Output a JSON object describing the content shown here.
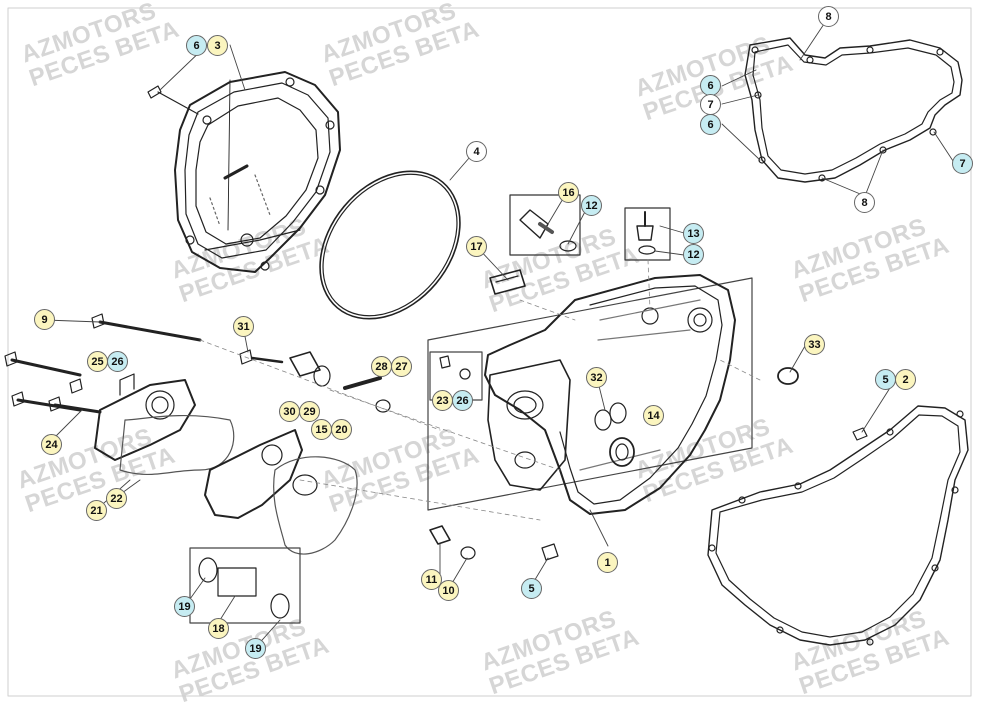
{
  "watermark": {
    "line1": "AZMOTORS",
    "line2": "PECES BETA"
  },
  "callout_colors": {
    "yellow": "#fbf5bf",
    "blue": "#c6ecf2"
  },
  "callouts": [
    {
      "id": "c6a",
      "text": "6",
      "color": "blue"
    },
    {
      "id": "c3",
      "text": "3",
      "color": "yellow"
    },
    {
      "id": "c4",
      "text": "4",
      "color": "white"
    },
    {
      "id": "c8a",
      "text": "8",
      "color": "white"
    },
    {
      "id": "c6b",
      "text": "6",
      "color": "blue"
    },
    {
      "id": "c7a",
      "text": "7",
      "color": "white"
    },
    {
      "id": "c6c",
      "text": "6",
      "color": "blue"
    },
    {
      "id": "c7b",
      "text": "7",
      "color": "blue"
    },
    {
      "id": "c8b",
      "text": "8",
      "color": "white"
    },
    {
      "id": "c16",
      "text": "16",
      "color": "yellow"
    },
    {
      "id": "c12a",
      "text": "12",
      "color": "blue"
    },
    {
      "id": "c13",
      "text": "13",
      "color": "blue"
    },
    {
      "id": "c12b",
      "text": "12",
      "color": "blue"
    },
    {
      "id": "c17",
      "text": "17",
      "color": "yellow"
    },
    {
      "id": "c9",
      "text": "9",
      "color": "yellow"
    },
    {
      "id": "c31",
      "text": "31",
      "color": "yellow"
    },
    {
      "id": "c33",
      "text": "33",
      "color": "yellow"
    },
    {
      "id": "c25",
      "text": "25",
      "color": "yellow"
    },
    {
      "id": "c26a",
      "text": "26",
      "color": "blue"
    },
    {
      "id": "c28",
      "text": "28",
      "color": "yellow"
    },
    {
      "id": "c27",
      "text": "27",
      "color": "yellow"
    },
    {
      "id": "c5a",
      "text": "5",
      "color": "blue"
    },
    {
      "id": "c2",
      "text": "2",
      "color": "yellow"
    },
    {
      "id": "c32",
      "text": "32",
      "color": "yellow"
    },
    {
      "id": "c23",
      "text": "23",
      "color": "yellow"
    },
    {
      "id": "c26b",
      "text": "26",
      "color": "blue"
    },
    {
      "id": "c30",
      "text": "30",
      "color": "yellow"
    },
    {
      "id": "c29",
      "text": "29",
      "color": "yellow"
    },
    {
      "id": "c15",
      "text": "15",
      "color": "yellow"
    },
    {
      "id": "c20",
      "text": "20",
      "color": "yellow"
    },
    {
      "id": "c14",
      "text": "14",
      "color": "yellow"
    },
    {
      "id": "c24",
      "text": "24",
      "color": "yellow"
    },
    {
      "id": "c22",
      "text": "22",
      "color": "yellow"
    },
    {
      "id": "c21",
      "text": "21",
      "color": "yellow"
    },
    {
      "id": "c1",
      "text": "1",
      "color": "yellow"
    },
    {
      "id": "c11",
      "text": "11",
      "color": "yellow"
    },
    {
      "id": "c10",
      "text": "10",
      "color": "yellow"
    },
    {
      "id": "c5b",
      "text": "5",
      "color": "blue"
    },
    {
      "id": "c19a",
      "text": "19",
      "color": "blue"
    },
    {
      "id": "c18",
      "text": "18",
      "color": "yellow"
    },
    {
      "id": "c19b",
      "text": "19",
      "color": "blue"
    }
  ]
}
